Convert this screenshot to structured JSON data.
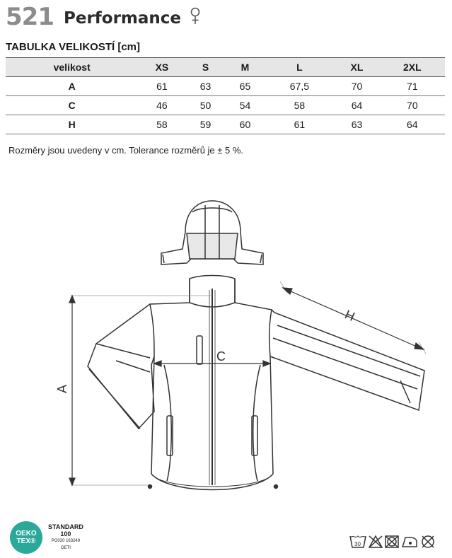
{
  "header": {
    "model_number": "521",
    "model_name": "Performance",
    "gender_symbol": "♀"
  },
  "table": {
    "title": "TABULKA VELIKOSTÍ [cm]",
    "columns": [
      "velikost",
      "XS",
      "S",
      "M",
      "L",
      "XL",
      "2XL"
    ],
    "rows": [
      {
        "label": "A",
        "values": [
          "61",
          "63",
          "65",
          "67,5",
          "70",
          "71"
        ]
      },
      {
        "label": "C",
        "values": [
          "46",
          "50",
          "54",
          "58",
          "64",
          "70"
        ]
      },
      {
        "label": "H",
        "values": [
          "58",
          "59",
          "60",
          "61",
          "63",
          "64"
        ]
      }
    ]
  },
  "note": "Rozměry jsou uvedeny v cm. Tolerance rozměrů je ± 5 %.",
  "diagram": {
    "label_a": "A",
    "label_c": "C",
    "label_h": "H"
  },
  "certification": {
    "badge_line1": "OEKO",
    "badge_line2": "TEX®",
    "standard": "STANDARD",
    "standard_no": "100",
    "cert_no": "PG020 163249",
    "institute": "OETI"
  },
  "care": {
    "wash_temp": "30",
    "icons": [
      "wash-30-icon",
      "no-bleach-icon",
      "no-tumble-dry-icon",
      "iron-low-icon",
      "no-dry-clean-icon"
    ]
  }
}
